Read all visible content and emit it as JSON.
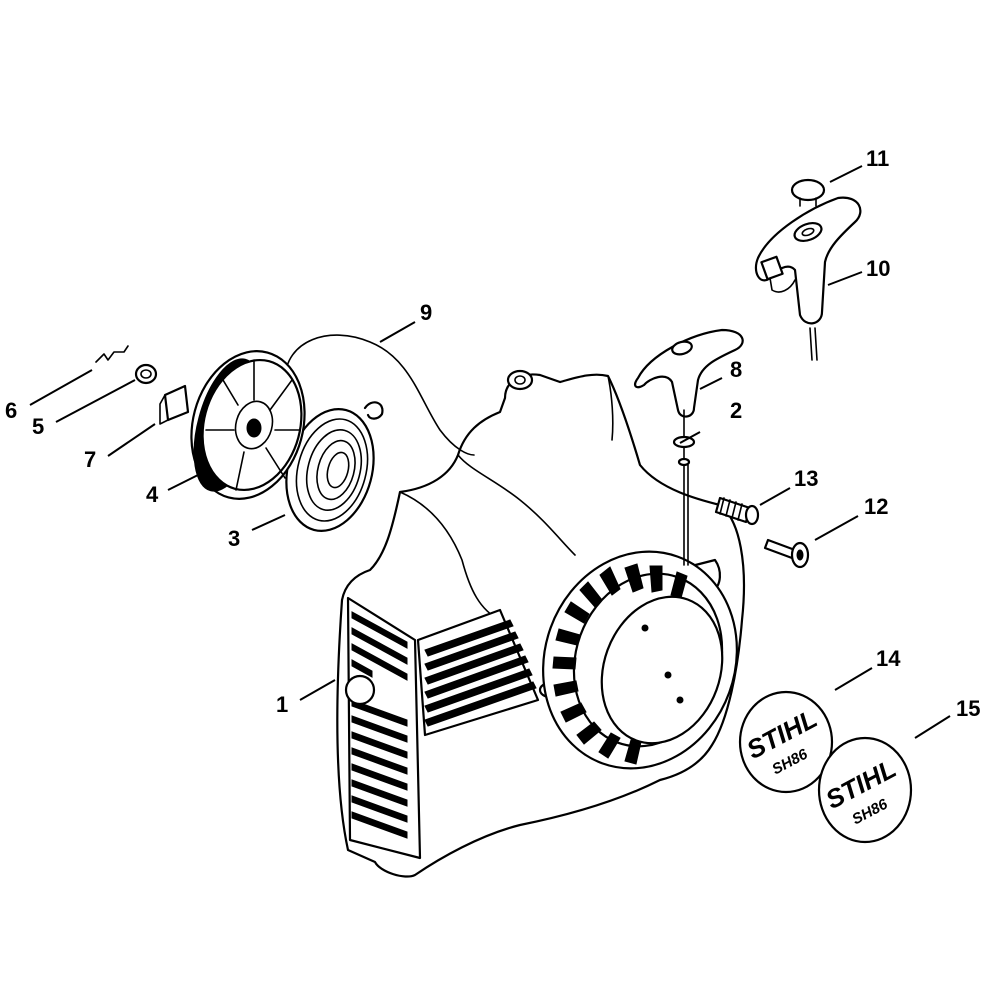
{
  "callouts": [
    {
      "id": "1",
      "label": "1"
    },
    {
      "id": "2",
      "label": "2"
    },
    {
      "id": "3",
      "label": "3"
    },
    {
      "id": "4",
      "label": "4"
    },
    {
      "id": "5",
      "label": "5"
    },
    {
      "id": "6",
      "label": "6"
    },
    {
      "id": "7",
      "label": "7"
    },
    {
      "id": "8",
      "label": "8"
    },
    {
      "id": "9",
      "label": "9"
    },
    {
      "id": "10",
      "label": "10"
    },
    {
      "id": "11",
      "label": "11"
    },
    {
      "id": "12",
      "label": "12"
    },
    {
      "id": "13",
      "label": "13"
    },
    {
      "id": "14",
      "label": "14"
    },
    {
      "id": "15",
      "label": "15"
    }
  ],
  "decals": {
    "brand": "STIHL",
    "model": "SH86"
  },
  "colors": {
    "line": "#000000",
    "background": "#ffffff"
  }
}
